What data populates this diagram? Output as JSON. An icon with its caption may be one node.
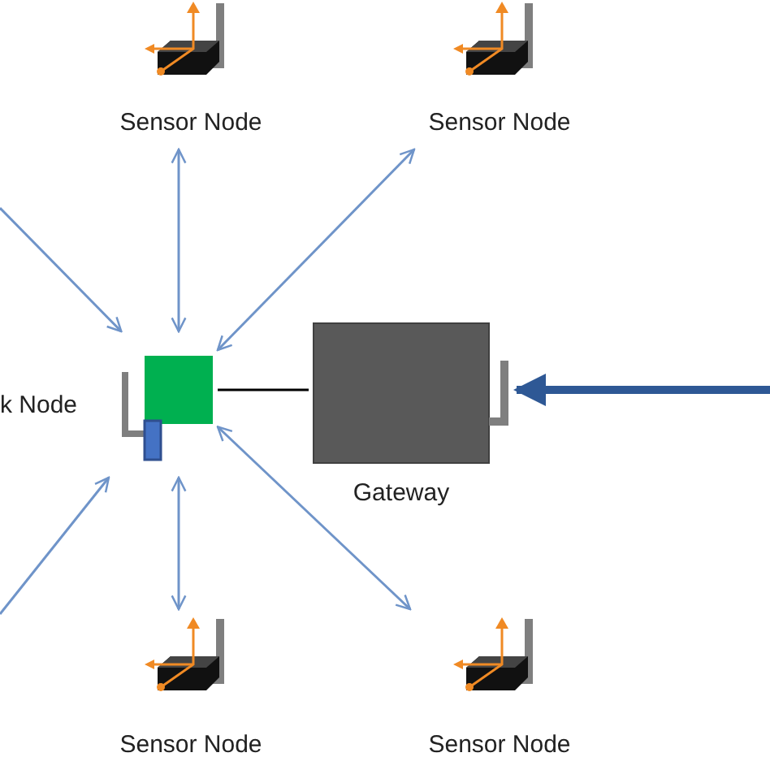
{
  "diagram": {
    "nodes": [
      {
        "text": [
          "Sensor Node"
        ]
      },
      {
        "text": [
          "Sensor Node"
        ]
      },
      {
        "text": [
          "k Node"
        ]
      },
      {
        "text": [
          "Gateway"
        ]
      },
      {
        "text": [
          "Sensor Node"
        ]
      },
      {
        "text": [
          "Sensor Node"
        ]
      }
    ],
    "edges": [
      {
        "from": null,
        "to": 2,
        "arrow": "to"
      },
      {
        "from": 2,
        "to": 0,
        "arrow": "both"
      },
      {
        "from": 2,
        "to": 1,
        "arrow": "both"
      },
      {
        "from": 2,
        "to": 3,
        "arrow": "none",
        "color": "#000000"
      },
      {
        "from": null,
        "to": 2,
        "arrow": "to"
      },
      {
        "from": 2,
        "to": 4,
        "arrow": "both"
      },
      {
        "from": 2,
        "to": 5,
        "arrow": "both"
      },
      {
        "from": null,
        "to": 3,
        "arrow": "to",
        "style": "thick",
        "color": "#2e5895"
      }
    ]
  }
}
